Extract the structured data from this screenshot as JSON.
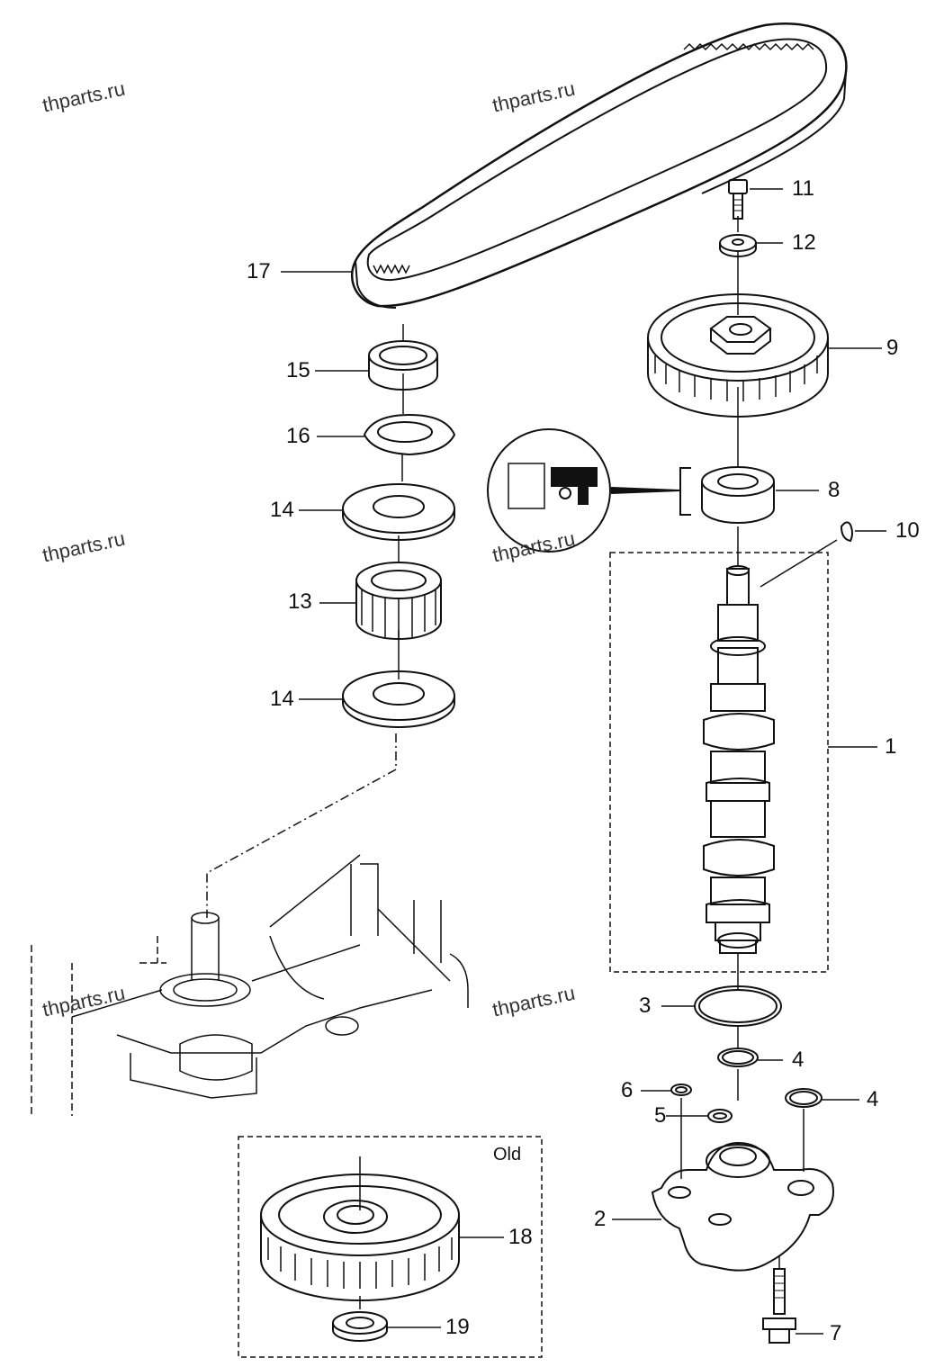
{
  "watermark": "thparts.ru",
  "callouts": {
    "c1": "1",
    "c2": "2",
    "c3": "3",
    "c4a": "4",
    "c4b": "4",
    "c5": "5",
    "c6": "6",
    "c7": "7",
    "c8": "8",
    "c9": "9",
    "c10": "10",
    "c11": "11",
    "c12": "12",
    "c13": "13",
    "c14a": "14",
    "c14b": "14",
    "c15": "15",
    "c16": "16",
    "c17": "17",
    "c18": "18",
    "c19": "19"
  },
  "old_box_label": "Old",
  "colors": {
    "line": "#111111",
    "background": "#ffffff"
  }
}
